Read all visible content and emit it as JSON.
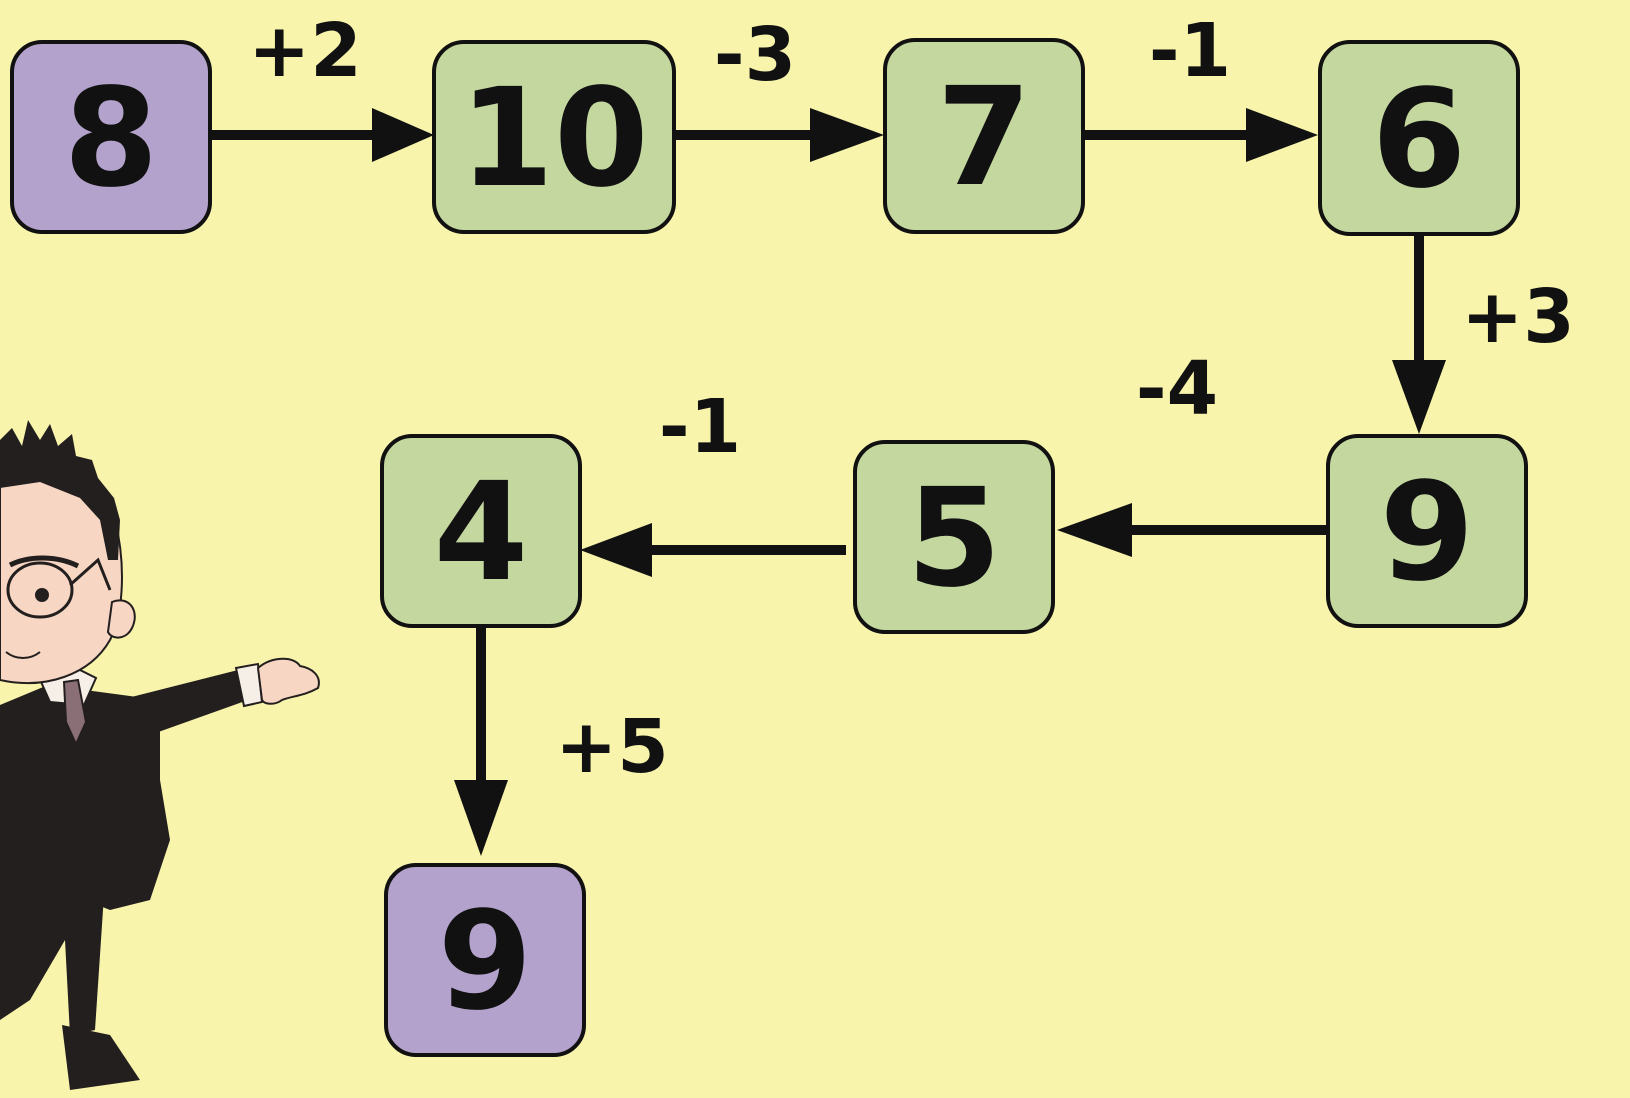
{
  "colors": {
    "background": "#f8f4ac",
    "endpoint_fill": "#b3a2cb",
    "step_fill": "#c3d79f",
    "stroke": "#111111"
  },
  "nodes": [
    {
      "id": "start",
      "value": "8",
      "kind": "endpoint"
    },
    {
      "id": "n2",
      "value": "10",
      "kind": "step"
    },
    {
      "id": "n3",
      "value": "7",
      "kind": "step"
    },
    {
      "id": "n4",
      "value": "6",
      "kind": "step"
    },
    {
      "id": "n5",
      "value": "9",
      "kind": "step"
    },
    {
      "id": "n6",
      "value": "5",
      "kind": "step"
    },
    {
      "id": "n7",
      "value": "4",
      "kind": "step"
    },
    {
      "id": "end",
      "value": "9",
      "kind": "endpoint"
    }
  ],
  "edges": [
    {
      "from": "start",
      "to": "n2",
      "label": "+2"
    },
    {
      "from": "n2",
      "to": "n3",
      "label": "-3"
    },
    {
      "from": "n3",
      "to": "n4",
      "label": "-1"
    },
    {
      "from": "n4",
      "to": "n5",
      "label": "+3"
    },
    {
      "from": "n5",
      "to": "n6",
      "label": "-4"
    },
    {
      "from": "n6",
      "to": "n7",
      "label": "-1"
    },
    {
      "from": "n7",
      "to": "end",
      "label": "+5"
    }
  ],
  "illustration": {
    "icon": "pointing-businessman-cartoon"
  }
}
